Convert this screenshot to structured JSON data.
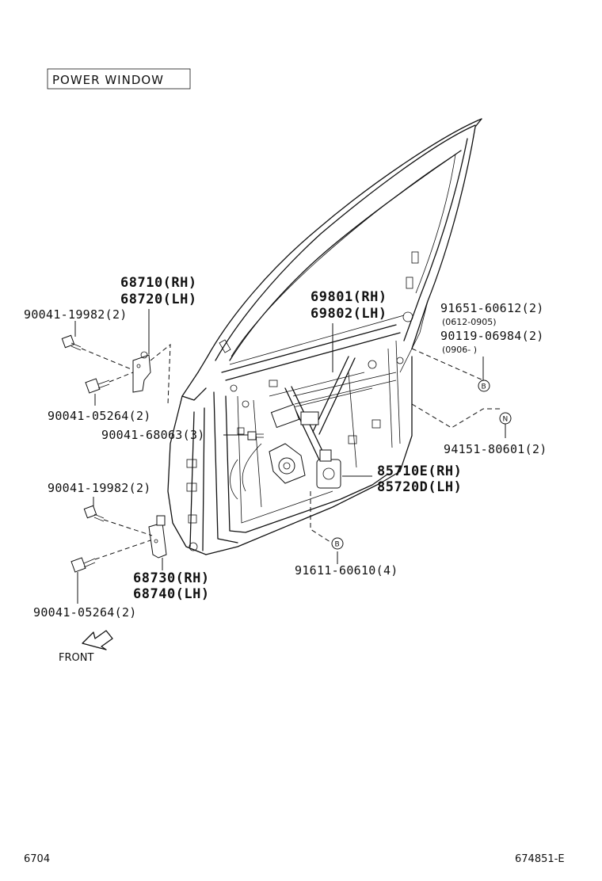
{
  "diagram": {
    "title": "POWER  WINDOW",
    "front_label": "FRONT",
    "footer_left": "6704",
    "footer_right": "674851-E",
    "callout_refs": {
      "b_top": "B",
      "b_bottom": "B",
      "n": "N"
    },
    "labels": {
      "hinge_upper_rh": "68710(RH)",
      "hinge_upper_lh": "68720(LH)",
      "bolt_upper_a": "90041-19982(2)",
      "bolt_upper_b": "90041-05264(2)",
      "bolt_mid": "90041-68063(3)",
      "bolt_lower_a": "90041-19982(2)",
      "hinge_lower_rh": "68730(RH)",
      "hinge_lower_lh": "68740(LH)",
      "bolt_lower_b": "90041-05264(2)",
      "regulator_rh": "69801(RH)",
      "regulator_lh": "69802(LH)",
      "bolt_b1": "91651-60612(2)",
      "bolt_b1_date": "(0612-0905)",
      "bolt_b2": "90119-06984(2)",
      "bolt_b2_date": "(0906-      )",
      "nut_n": "94151-80601(2)",
      "motor_rh": "85710E(RH)",
      "motor_lh": "85720D(LH)",
      "bolt_b_bottom": "91611-60610(4)"
    }
  }
}
